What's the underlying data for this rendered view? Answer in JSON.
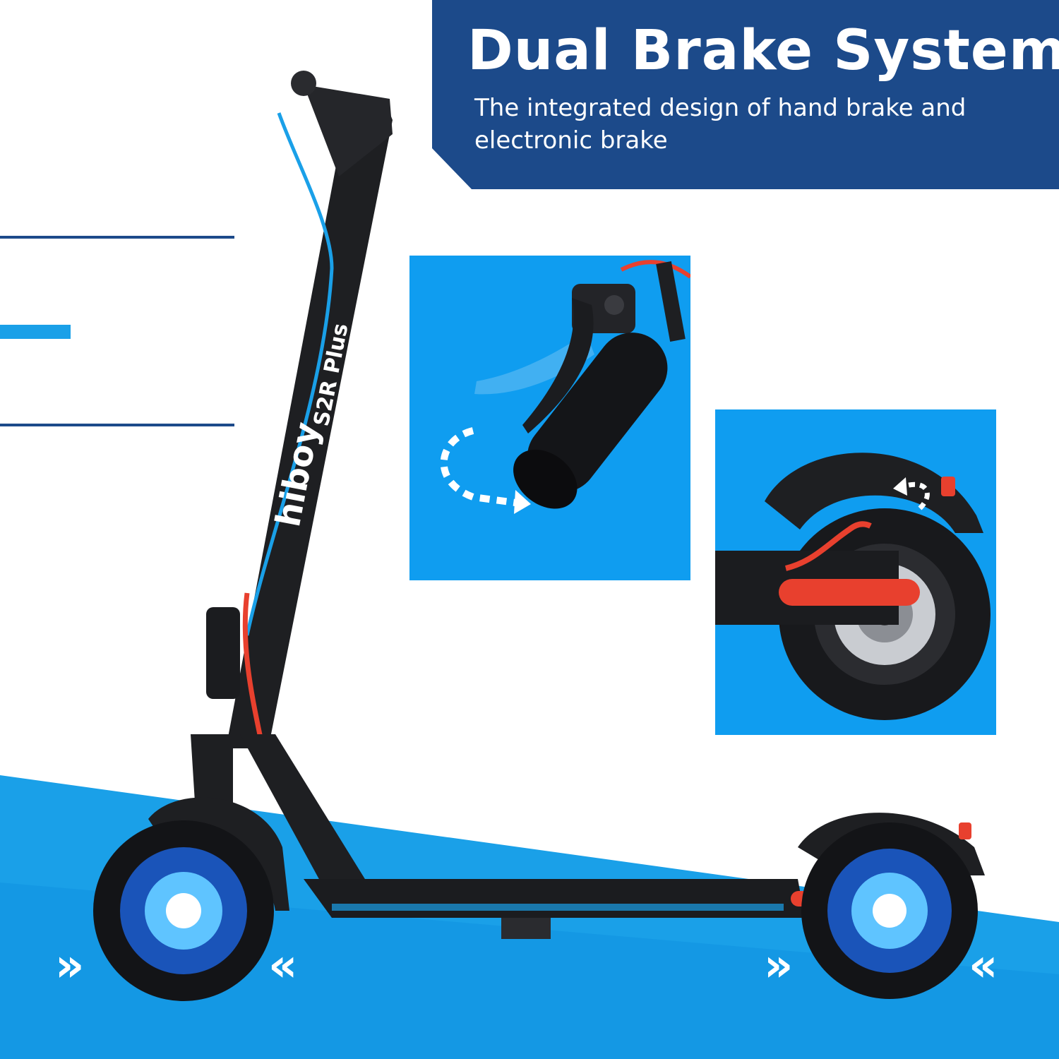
{
  "banner": {
    "title": "Dual Brake System",
    "subtitle": "The integrated design of hand brake and electronic brake"
  },
  "product": {
    "brand": "hiboy",
    "model": "S2R Plus"
  },
  "colors": {
    "navy": "#1c4a8a",
    "accent_blue": "#0f9df0",
    "ground_blue": "#1aa0e8",
    "scooter_body": "#1e1f22",
    "brake_red": "#e8402e"
  },
  "icons": {
    "chevrons_right": "»",
    "chevrons_left": "«"
  }
}
